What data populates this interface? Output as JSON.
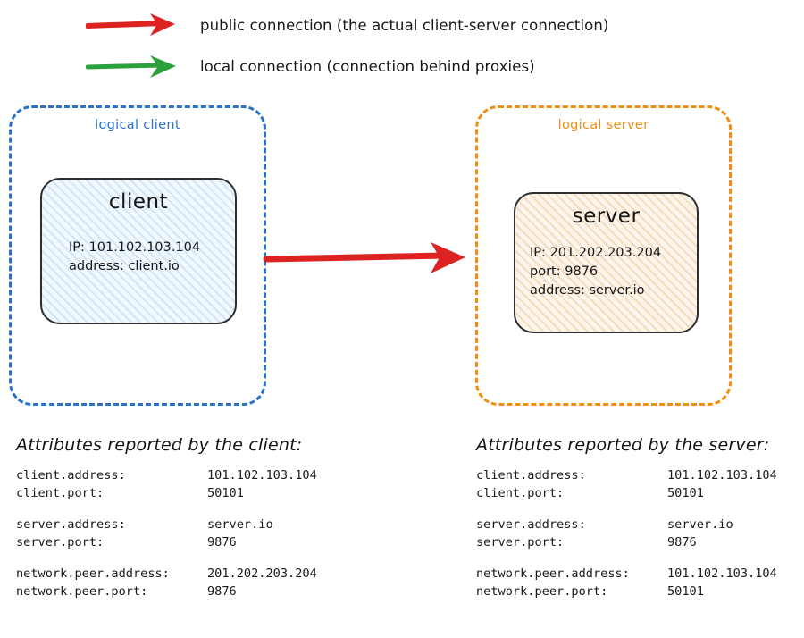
{
  "colors": {
    "public_arrow": "#dd2222",
    "local_arrow": "#2ca03c",
    "client_container": "#2a72c8",
    "server_container": "#ef8e13",
    "node_border": "#2e2e2e",
    "client_fill": "#d3e6f7",
    "server_fill": "#f4dcbd"
  },
  "legend": {
    "items": [
      {
        "arrow_icon": "red-arrow-icon",
        "color": "#dd2222",
        "label": "public connection (the actual client-server connection)"
      },
      {
        "arrow_icon": "green-arrow-icon",
        "color": "#2ca03c",
        "label": "local connection (connection behind proxies)"
      }
    ]
  },
  "diagram": {
    "client_container": {
      "title": "logical client",
      "node": {
        "title": "client",
        "lines": [
          "IP: 101.102.103.104",
          "address: client.io"
        ]
      }
    },
    "server_container": {
      "title": "logical server",
      "node": {
        "title": "server",
        "lines": [
          "IP: 201.202.203.204",
          "port: 9876",
          "address: server.io"
        ]
      }
    },
    "connection_arrow": {
      "icon": "public-connection-arrow-icon",
      "color": "#dd2222",
      "from": "client",
      "to": "server"
    }
  },
  "attributes": {
    "client": {
      "heading": "Attributes reported by the client:",
      "groups": [
        [
          {
            "key": "client.address:",
            "value": "101.102.103.104"
          },
          {
            "key": "client.port:",
            "value": "50101"
          }
        ],
        [
          {
            "key": "server.address:",
            "value": "server.io"
          },
          {
            "key": "server.port:",
            "value": "9876"
          }
        ],
        [
          {
            "key": "network.peer.address:",
            "value": "201.202.203.204"
          },
          {
            "key": "network.peer.port:",
            "value": "9876"
          }
        ]
      ]
    },
    "server": {
      "heading": "Attributes reported by the server:",
      "groups": [
        [
          {
            "key": "client.address:",
            "value": "101.102.103.104"
          },
          {
            "key": "client.port:",
            "value": "50101"
          }
        ],
        [
          {
            "key": "server.address:",
            "value": "server.io"
          },
          {
            "key": "server.port:",
            "value": "9876"
          }
        ],
        [
          {
            "key": "network.peer.address:",
            "value": "101.102.103.104"
          },
          {
            "key": "network.peer.port:",
            "value": "50101"
          }
        ]
      ]
    }
  }
}
